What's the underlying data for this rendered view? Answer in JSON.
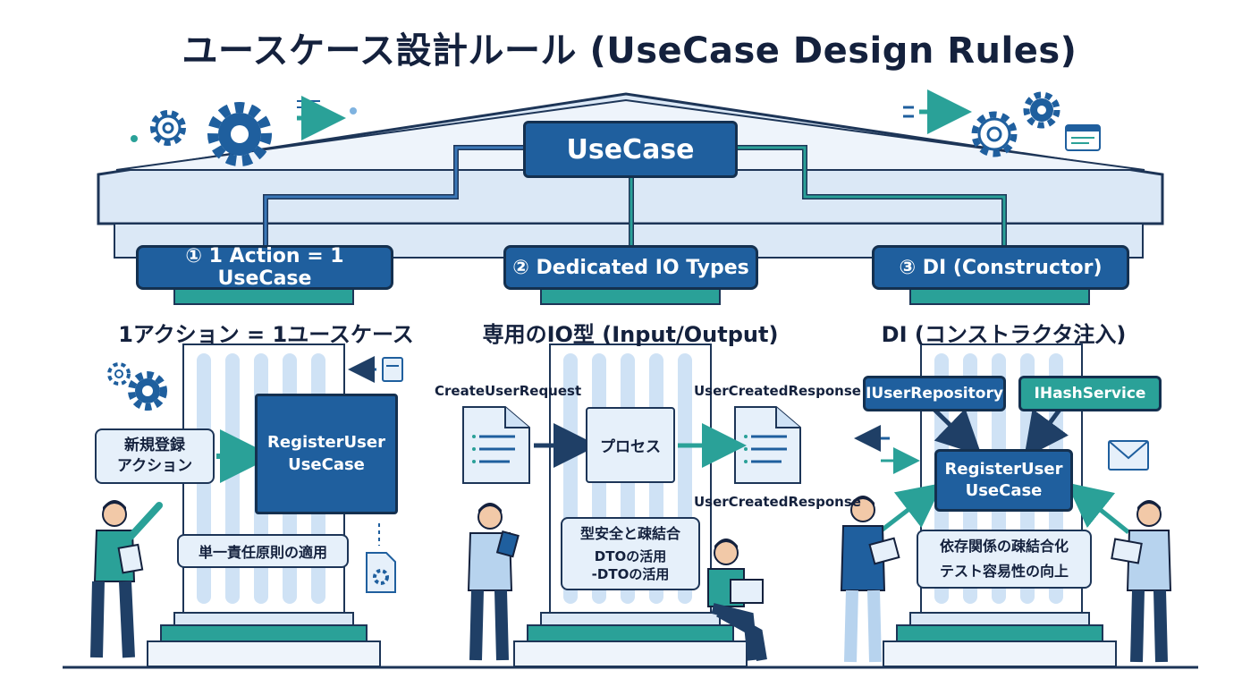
{
  "title": "ユースケース設計ルール (UseCase Design Rules)",
  "roof_label": "UseCase",
  "pillars": [
    {
      "heading": "① 1 Action = 1 UseCase",
      "subtitle": "1アクション = 1ユースケース",
      "action_box": [
        "新規登録",
        "アクション"
      ],
      "usecase_box": [
        "RegisterUser",
        "UseCase"
      ],
      "note": "単一責任原則の適用"
    },
    {
      "heading": "② Dedicated IO Types",
      "subtitle": "専用のIO型 (Input/Output)",
      "request_label": "CreateUserRequest",
      "response_label_top": "UserCreatedResponse",
      "response_label_bottom": "UserCreatedResponse",
      "process_box": "プロセス",
      "note_lines": [
        "型安全と疎結合",
        "DTOの活用",
        "-DTOの活用"
      ]
    },
    {
      "heading": "③ DI (Constructor)",
      "subtitle": "DI (コンストラクタ注入)",
      "repo_box": "IUserRepository",
      "hash_box": "IHashService",
      "usecase_box": [
        "RegisterUser",
        "UseCase"
      ],
      "note_lines": [
        "依存関係の疎結合化",
        "テスト容易性の向上"
      ]
    }
  ],
  "icons": [
    "gear-icon",
    "arrow-icon",
    "document-icon",
    "mail-icon",
    "browser-window-icon",
    "person-icon",
    "laptop-icon",
    "tablet-icon"
  ],
  "colors": {
    "navy": "#1f5f9e",
    "teal": "#2aa198",
    "light": "#e6f0fa",
    "outline": "#14304f"
  }
}
